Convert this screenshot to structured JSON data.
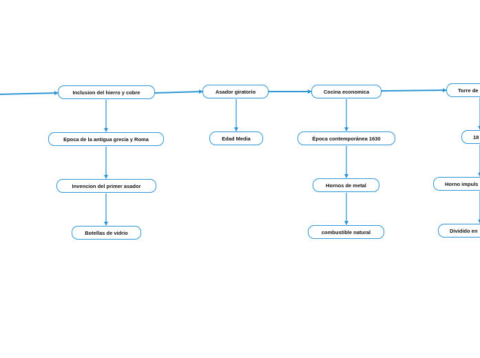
{
  "colors": {
    "connector": "#2b95d6",
    "node_border": "#2b95d6",
    "text": "#111111"
  },
  "nodes": {
    "n1": "Inclusion del hierro y cobre",
    "n1a": "Epoca de la antigua grecia y Roma",
    "n1b": "Invencion del primer asador",
    "n1c": "Botellas de vidrio",
    "n2": "Asador giratorio",
    "n2a": "Edad Media",
    "n3": "Cocina economica",
    "n3a": "Época contemporánea 1630",
    "n3b": "Hornos de metal",
    "n3c": "combustible natural",
    "n4": "Torre de",
    "n4a": "18",
    "n4b": "Horno impuls",
    "n4c": "Dividido en"
  }
}
